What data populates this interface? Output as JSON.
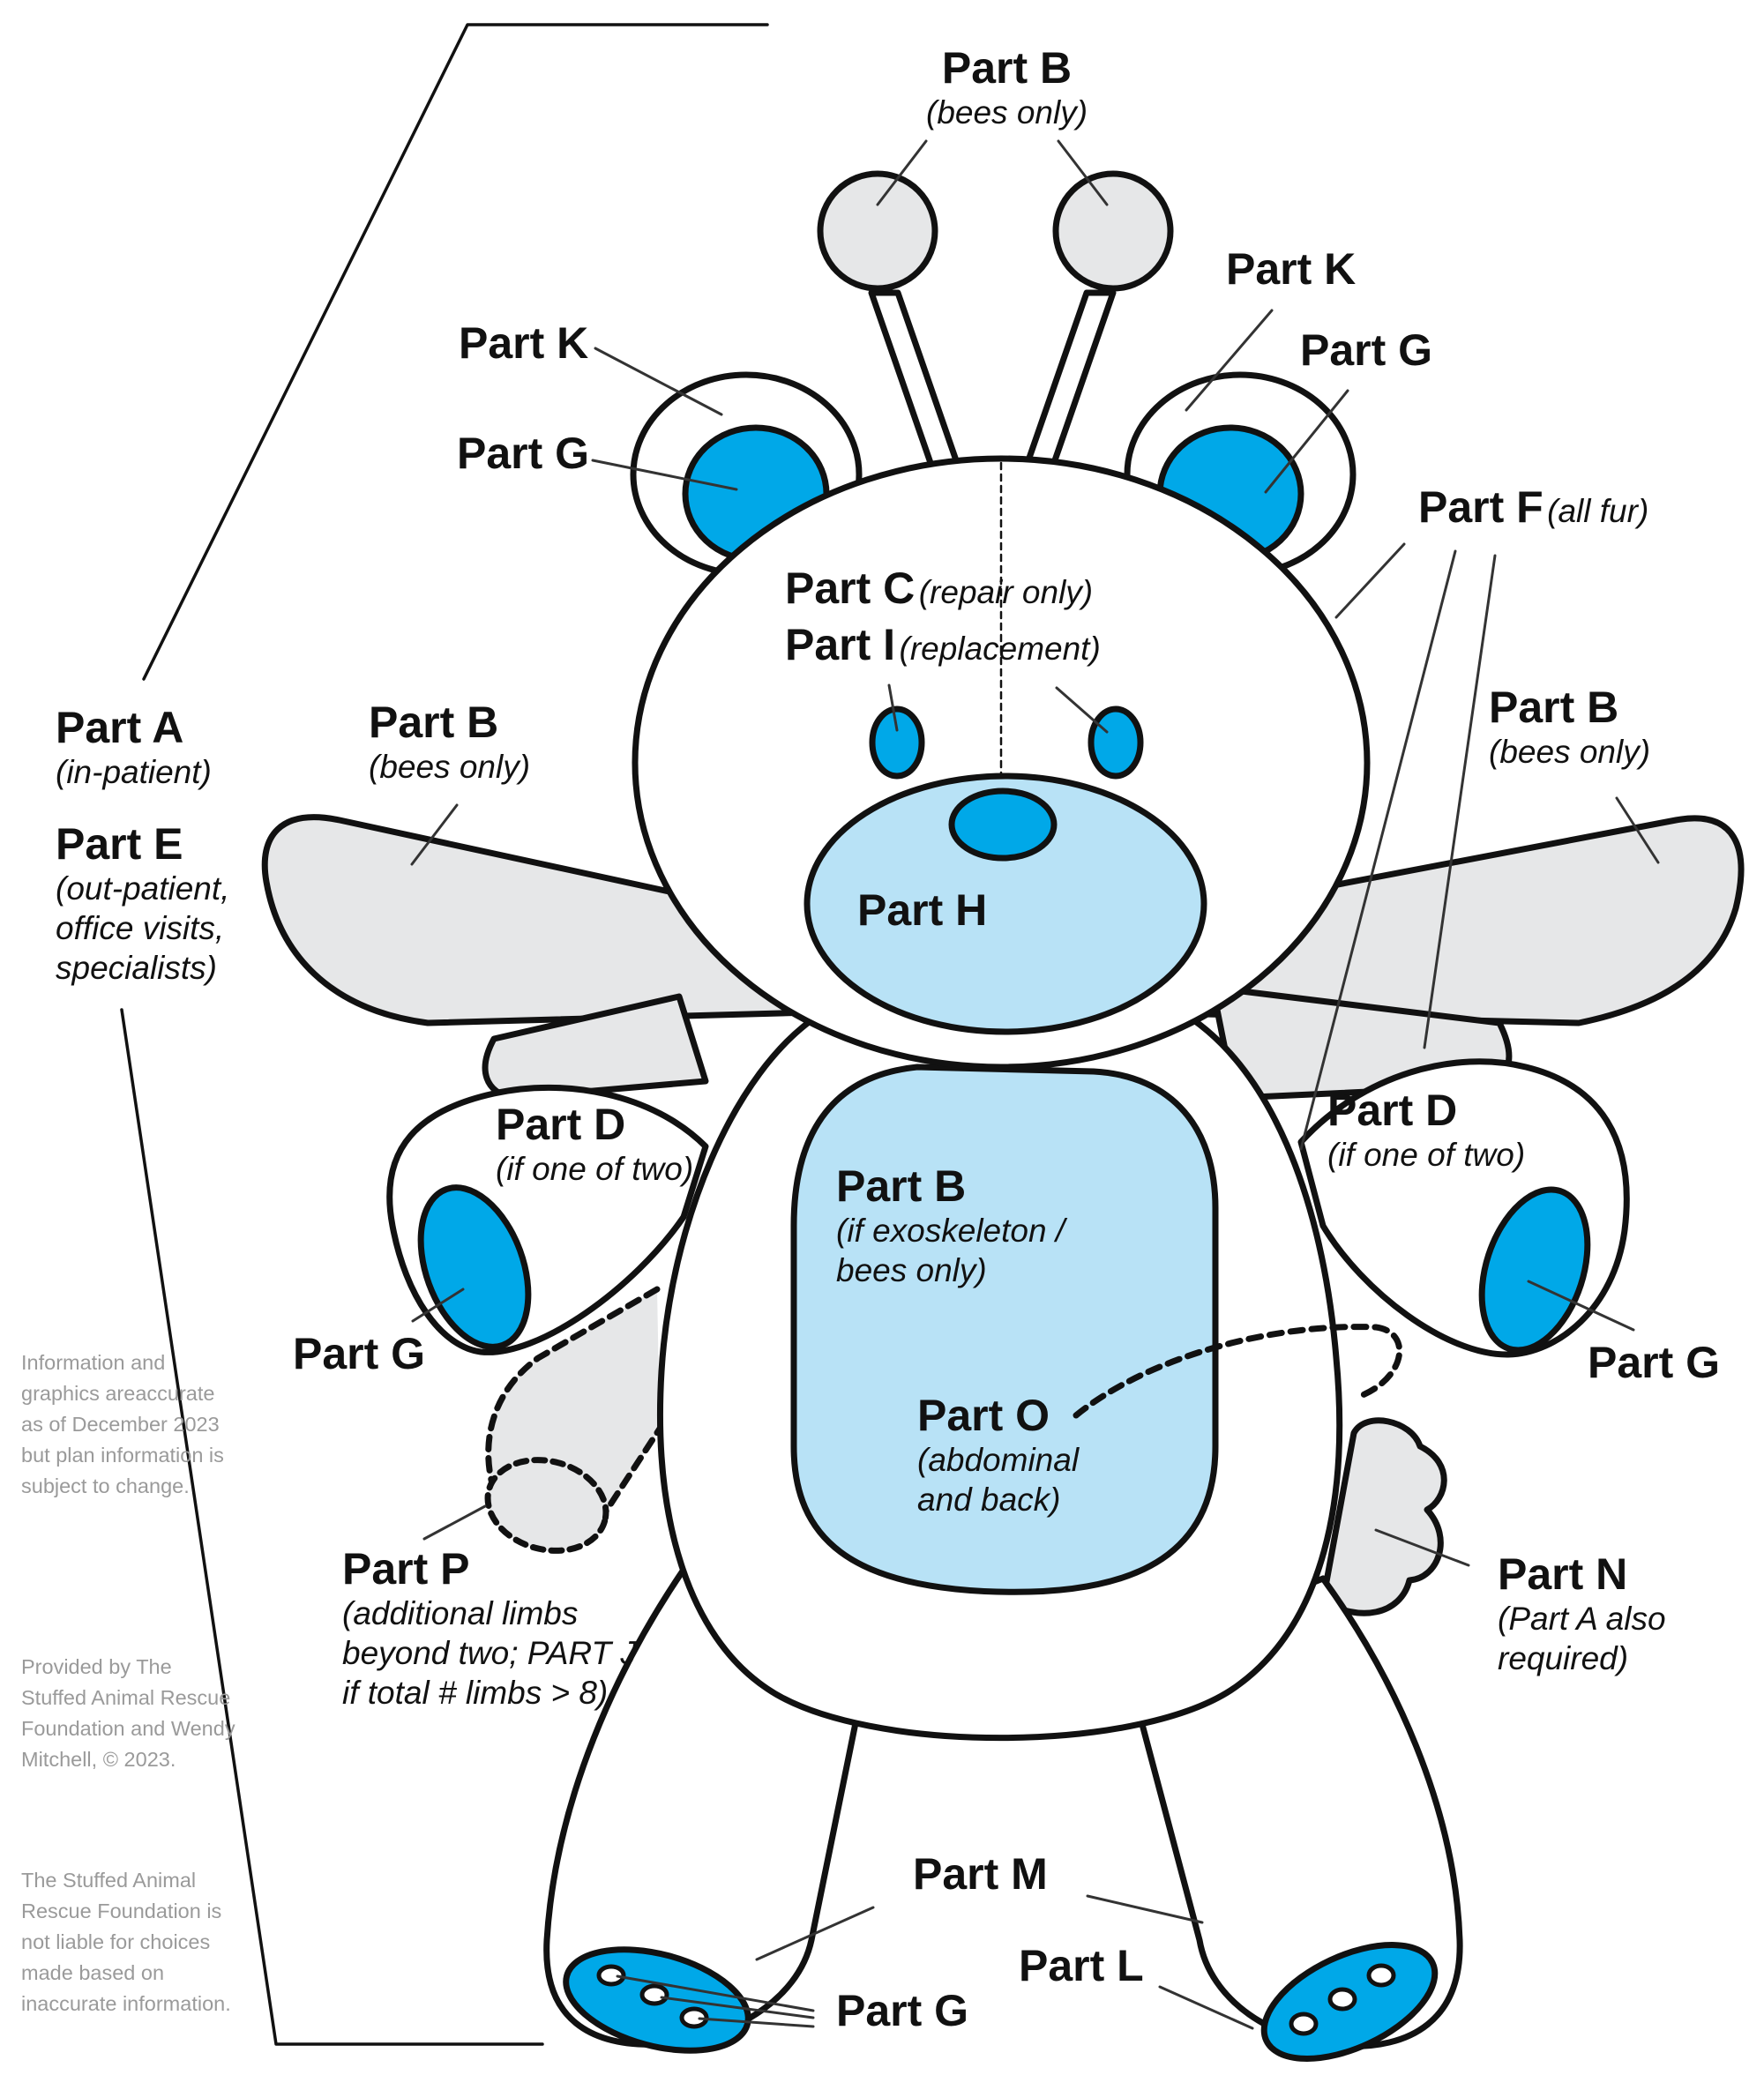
{
  "colors": {
    "outline": "#111111",
    "blue": "#00a8e8",
    "light_blue": "#b8e2f6",
    "gray": "#e6e7e8",
    "disclaimer_text": "#9a9a9a"
  },
  "labels": {
    "antenna_b": {
      "title": "Part B",
      "note": "(bees only)"
    },
    "ear_k_left": {
      "title": "Part K"
    },
    "ear_g_left": {
      "title": "Part G"
    },
    "ear_k_right": {
      "title": "Part K"
    },
    "ear_g_right": {
      "title": "Part G"
    },
    "fur_f": {
      "title": "Part F",
      "note": "(all fur)"
    },
    "eyes_c": {
      "title": "Part C",
      "note": "(repair only)"
    },
    "eyes_i": {
      "title": "Part I",
      "note": "(replacement)"
    },
    "body_a": {
      "title": "Part A",
      "note": "(in-patient)"
    },
    "body_e": {
      "title": "Part E",
      "note_lines": [
        "(out-patient,",
        "office visits,",
        "specialists)"
      ]
    },
    "wing_b_left": {
      "title": "Part B",
      "note": "(bees only)"
    },
    "wing_b_right": {
      "title": "Part B",
      "note": "(bees only)"
    },
    "snout_h": {
      "title": "Part H"
    },
    "arm_d_left": {
      "title": "Part D",
      "note": "(if one of two)"
    },
    "arm_d_right": {
      "title": "Part D",
      "note": "(if one of two)"
    },
    "belly_b": {
      "title": "Part B",
      "note_lines": [
        "(if exoskeleton /",
        "bees only)"
      ]
    },
    "paw_g_left": {
      "title": "Part G"
    },
    "paw_g_right": {
      "title": "Part G"
    },
    "abdomen_o": {
      "title": "Part O",
      "note_lines": [
        "(abdominal",
        "and back)"
      ]
    },
    "limb_p": {
      "title": "Part P",
      "note_lines": [
        "(additional limbs",
        "beyond two; PART J",
        "if total # limbs > 8)"
      ]
    },
    "tail_n": {
      "title": "Part N",
      "note_lines": [
        "(Part A also",
        "required)"
      ]
    },
    "legs_m": {
      "title": "Part M"
    },
    "feet_l": {
      "title": "Part L"
    },
    "foot_g": {
      "title": "Part G"
    }
  },
  "disclaimer": {
    "accuracy": "Information and graphics areaccurate as of December 2023 but plan information is subject to change.",
    "credit": "Provided by The Stuffed Animal Rescue Foundation and Wendy Mitchell, © 2023.",
    "liability": "The Stuffed Animal Rescue Foundation is not liable for choices made based on inaccurate information."
  }
}
